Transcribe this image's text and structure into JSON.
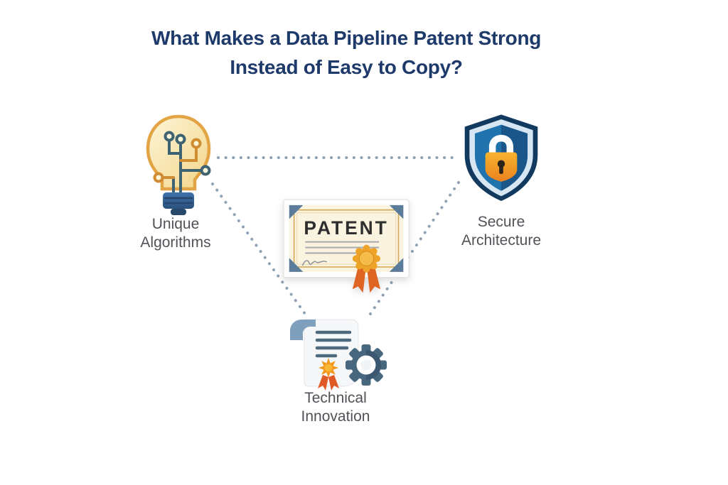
{
  "title": "What Makes a Data Pipeline Patent Strong\nInstead of Easy to Copy?",
  "diagram": {
    "type": "triangle-relationship-infographic",
    "center": {
      "id": "patent-certificate",
      "icon": "patent-certificate-icon",
      "certificate_title": "PATENT"
    },
    "nodes": [
      {
        "id": "unique-algorithms",
        "label": "Unique\nAlgorithms",
        "icon": "lightbulb-circuit-icon",
        "position": "top-left"
      },
      {
        "id": "secure-architecture",
        "label": "Secure\nArchitecture",
        "icon": "shield-lock-icon",
        "position": "top-right"
      },
      {
        "id": "technical-innovation",
        "label": "Technical\nInnovation",
        "icon": "document-gear-icon",
        "position": "bottom-center"
      }
    ],
    "connections": [
      {
        "from": "unique-algorithms",
        "to": "secure-architecture",
        "style": "dotted"
      },
      {
        "from": "unique-algorithms",
        "to": "technical-innovation",
        "style": "dotted"
      },
      {
        "from": "secure-architecture",
        "to": "technical-innovation",
        "style": "dotted"
      }
    ]
  },
  "colors": {
    "background": "#ffffff",
    "title_navy": "#1e3a6a",
    "label_gray": "#4f5256",
    "dotted_line": "#8fa2b5",
    "bulb_fill": "#f9edc3",
    "bulb_stroke": "#e2a445",
    "circuit_teal": "#3e6373",
    "circuit_orange": "#cf8c33",
    "base_blue": "#3a6ca3",
    "shield_outer": "#123a5f",
    "shield_rim": "#d6e7f3",
    "shield_face": "#2173ae",
    "lock_orange": "#f7ae2d",
    "certificate_paper": "#faf3df",
    "certificate_gold": "#d2a855",
    "corner_bluegray": "#5b7d9b",
    "rosette_orange": "#eda429",
    "ribbon_red_orange": "#dd6423",
    "gear_slate": "#47677f",
    "seal_orange": "#f2991d"
  }
}
